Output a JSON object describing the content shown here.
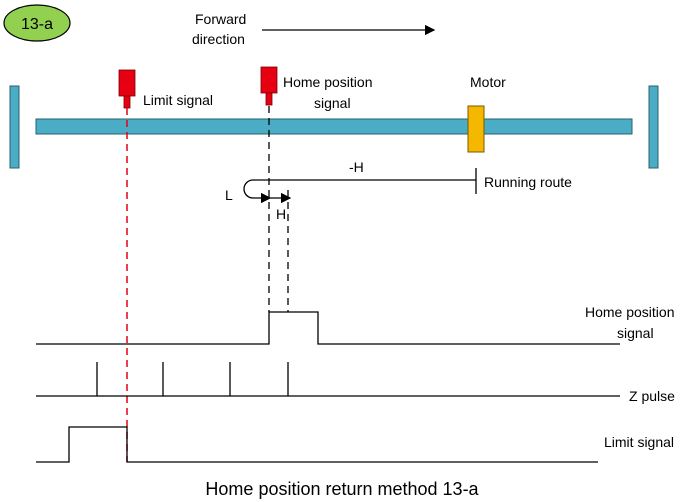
{
  "badge": {
    "label": "13-a",
    "fill": "#92d050",
    "stroke": "#000000"
  },
  "forward": {
    "line1": "Forward",
    "line2": "direction"
  },
  "sensors": {
    "limit_label": "Limit signal",
    "home_label_line1": "Home position",
    "home_label_line2": "signal",
    "sensor_color": "#e60012"
  },
  "motor": {
    "label": "Motor",
    "color": "#f5b800"
  },
  "rail": {
    "color": "#4bacc6"
  },
  "route": {
    "label": "Running route",
    "neg_h": "-H",
    "l": "L",
    "h": "H"
  },
  "timing": {
    "home_signal_line1": "Home position",
    "home_signal_line2": "signal",
    "z_pulse": "Z pulse",
    "limit_signal": "Limit signal"
  },
  "caption": "Home position return method 13-a",
  "colors": {
    "limit_guide": "#e60012"
  }
}
